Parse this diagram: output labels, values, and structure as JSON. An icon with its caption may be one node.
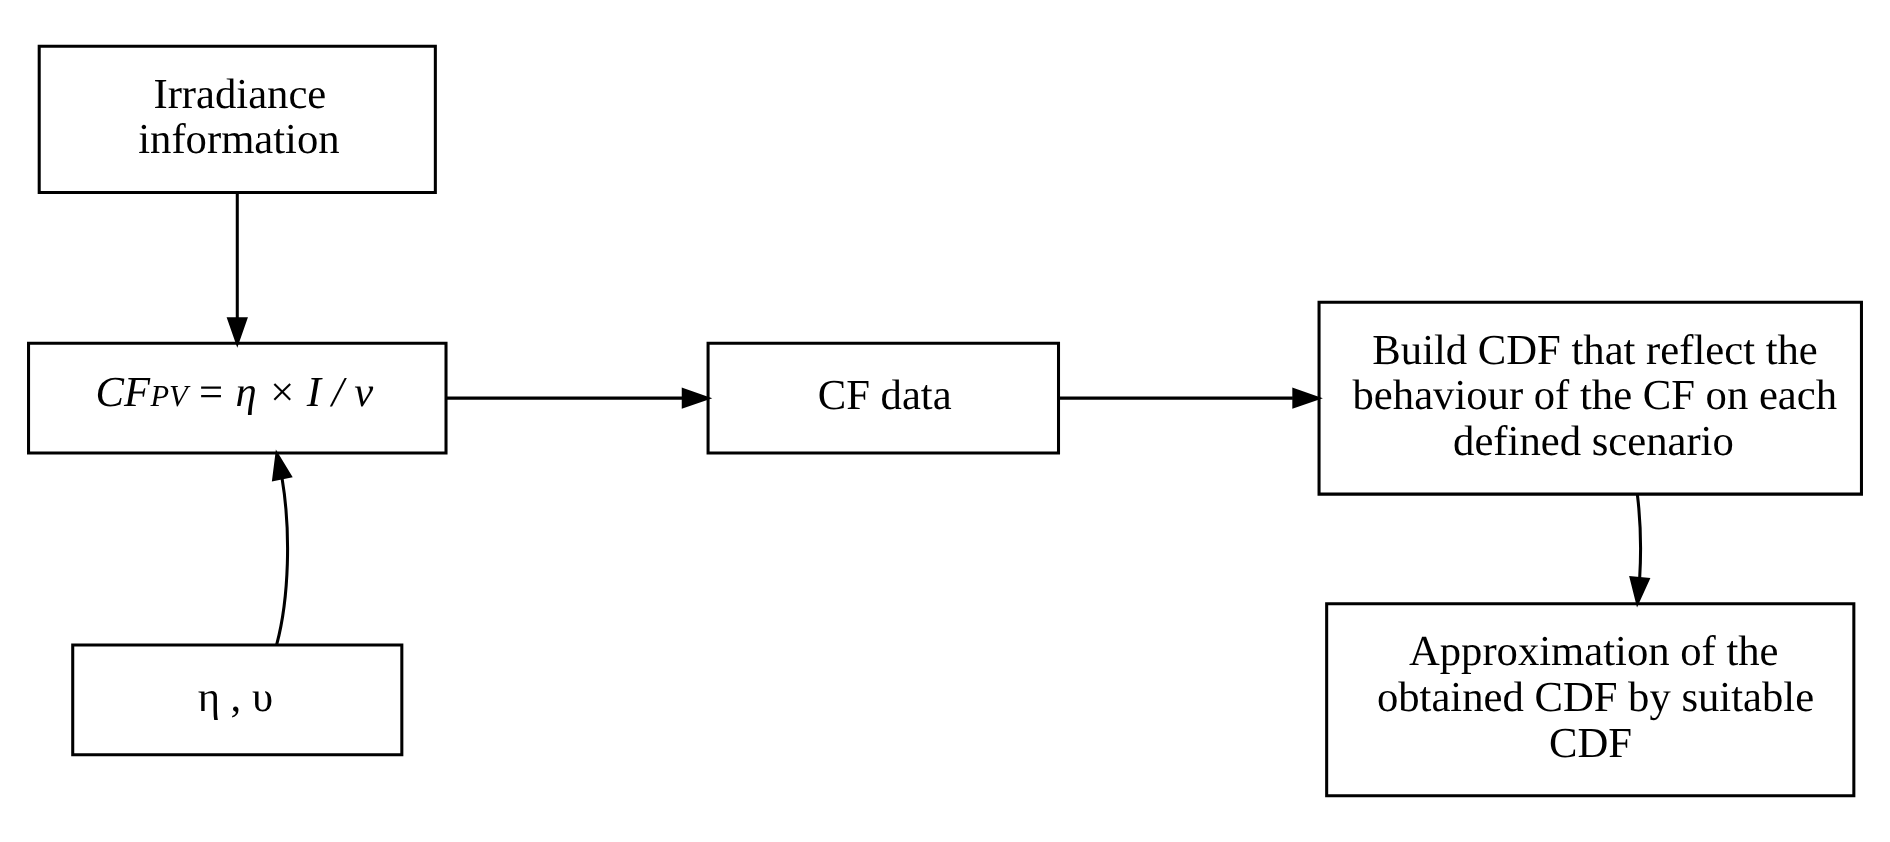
{
  "diagram": {
    "nodes": [
      {
        "text": [
          "Irradiance information"
        ]
      },
      {
        "text": [
          "CF$_{PV}$ = η × I / ν"
        ]
      },
      {
        "text": [
          "η , υ"
        ]
      },
      {
        "text": [
          "CF data"
        ]
      },
      {
        "text": [
          "Build CDF that reflect the behaviour of the CF on each defined scenario"
        ]
      },
      {
        "text": [
          "Approximation of the obtained CDF by suitable CDF"
        ]
      }
    ],
    "edges": [
      {
        "from": 0,
        "to": 1,
        "arrow": "to"
      },
      {
        "from": 2,
        "to": 1,
        "arrow": "to"
      },
      {
        "from": 1,
        "to": 3,
        "arrow": "to"
      },
      {
        "from": 3,
        "to": 4,
        "arrow": "to"
      },
      {
        "from": 4,
        "to": 5,
        "arrow": "to"
      }
    ]
  }
}
